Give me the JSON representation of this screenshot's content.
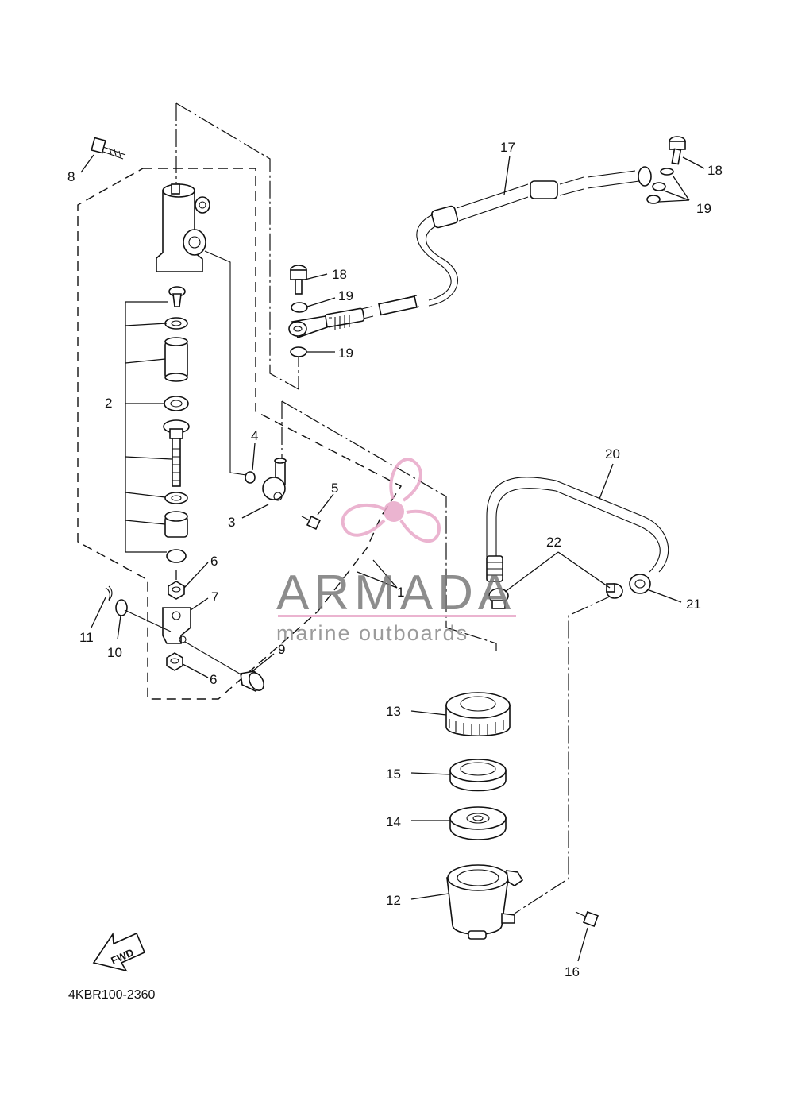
{
  "diagram_code": "4KBR100-2360",
  "direction_arrow_label": "FWD",
  "watermark": {
    "brand": "ARMADA",
    "tagline": "marine outboards",
    "accent_color": "#e8a7c8"
  },
  "callouts": {
    "c1": "1",
    "c2": "2",
    "c3": "3",
    "c4": "4",
    "c5": "5",
    "c6a": "6",
    "c6b": "6",
    "c7": "7",
    "c8": "8",
    "c9": "9",
    "c10": "10",
    "c11": "11",
    "c12": "12",
    "c13": "13",
    "c14": "14",
    "c15": "15",
    "c16": "16",
    "c17": "17",
    "c18a": "18",
    "c18b": "18",
    "c19a": "19",
    "c19b": "19",
    "c19c": "19",
    "c20": "20",
    "c21": "21",
    "c22": "22"
  }
}
